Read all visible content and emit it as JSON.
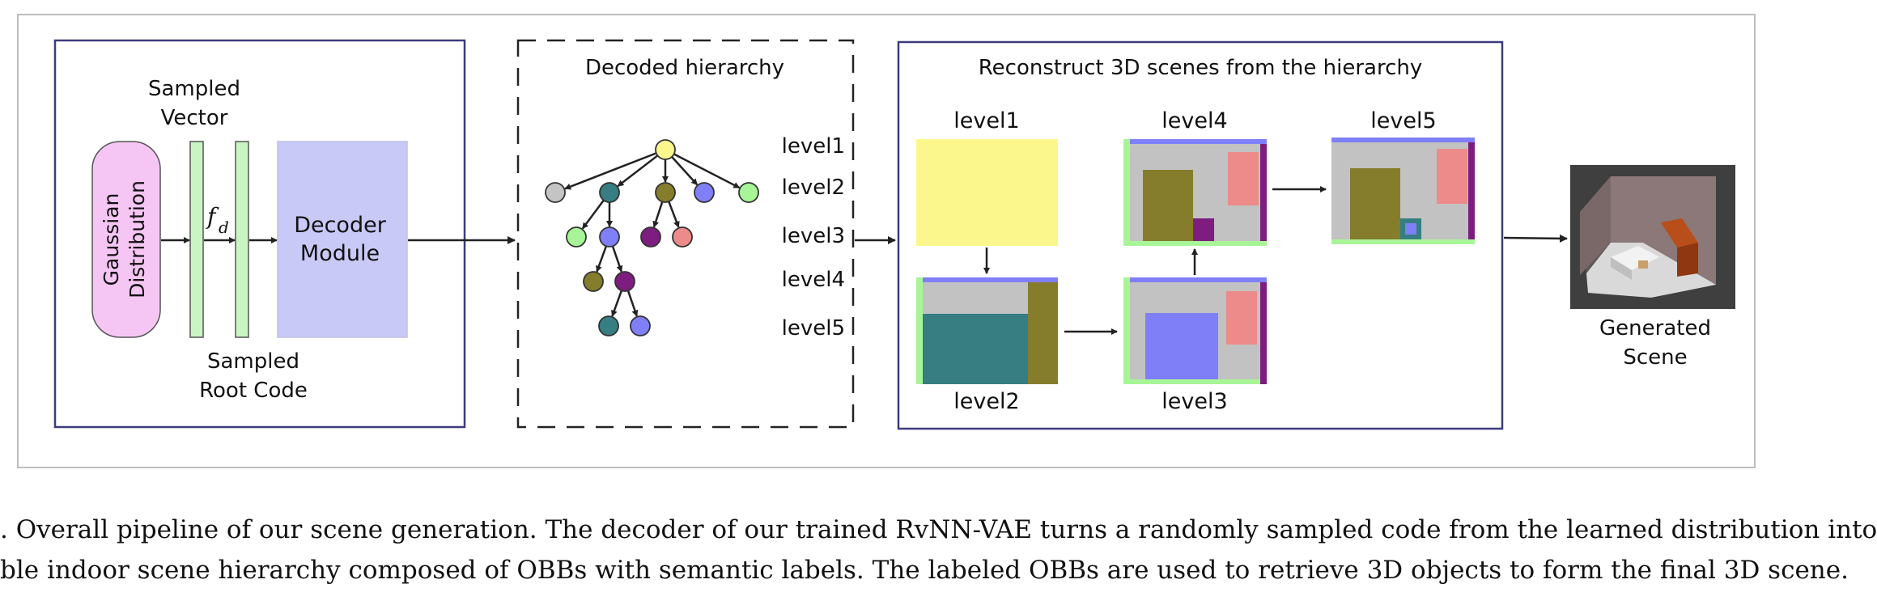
{
  "colors": {
    "gaussian": "#f5c6f3",
    "decoder": "#c9c9f7",
    "vector_bar": "#c8f5c3",
    "level1": "#fbf78c",
    "room_floor": "#c2c2c2",
    "teal": "#367e82",
    "olive": "#857d2c",
    "blue": "#7f7ff7",
    "salmon": "#ec8b8a",
    "purple": "#7d1d80",
    "green": "#a8f597",
    "node_gray": "#c4c4c4",
    "node_yellow": "#fbf78c"
  },
  "pipeline": {
    "sampled_vector": [
      "Sampled",
      "Vector"
    ],
    "gaussian": [
      "Gaussian",
      "Distribution"
    ],
    "fd_symbol": "f",
    "fd_subscript": "d",
    "decoder": [
      "Decoder",
      "Module"
    ],
    "sampled_root_code": [
      "Sampled",
      "Root Code"
    ]
  },
  "hierarchy": {
    "title": "Decoded hierarchy",
    "levels": [
      "level1",
      "level2",
      "level3",
      "level4",
      "level5"
    ]
  },
  "reconstruct": {
    "title": "Reconstruct 3D scenes from the hierarchy",
    "level1": "level1",
    "level2": "level2",
    "level3": "level3",
    "level4": "level4",
    "level5": "level5"
  },
  "generated": [
    "Generated",
    "Scene"
  ],
  "caption": [
    ". Overall pipeline of our scene generation. The decoder of our trained RvNN-VAE turns a randomly sampled code from the learned distribution into",
    "ble indoor scene hierarchy composed of OBBs with semantic labels. The labeled OBBs are used to retrieve 3D objects to form the final 3D scene."
  ]
}
